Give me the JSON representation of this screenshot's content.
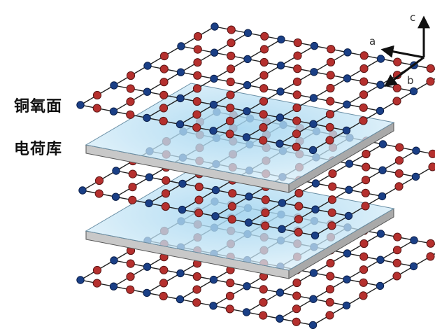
{
  "labels": {
    "cuo_plane": "铜氧面",
    "charge_reservoir": "电荷库"
  },
  "axes": {
    "a": "a",
    "b": "b",
    "c": "c"
  },
  "colors": {
    "copper_atom": "#1a3f86",
    "oxygen_atom": "#b5302e",
    "lattice_line": "#1f1f1f",
    "reservoir_top": "#bfe1f3",
    "reservoir_side": "#c8c8c8",
    "axis_arrow": "#111111"
  }
}
